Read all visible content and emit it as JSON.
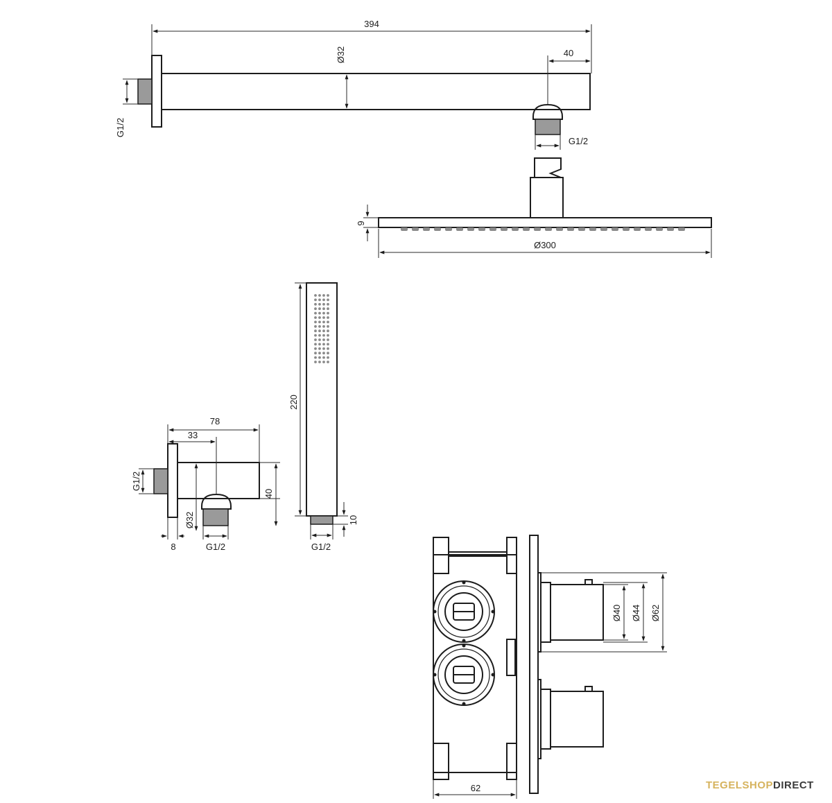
{
  "dimensions": {
    "arm_length": "394",
    "arm_diameter": "Ø32",
    "arm_outlet_offset": "40",
    "arm_wall_thread": "G1/2",
    "arm_outlet_thread": "G1/2",
    "head_thickness": "9",
    "head_diameter": "Ø300",
    "handshower_length": "220",
    "handshower_base": "10",
    "handshower_thread": "G1/2",
    "elbow_length": "78",
    "elbow_offset": "33",
    "elbow_height": "40",
    "elbow_wall_thread": "G1/2",
    "elbow_diameter": "Ø32",
    "elbow_flange": "8",
    "elbow_outlet_thread": "G1/2",
    "valve_depth": "62",
    "knob_d40": "Ø40",
    "knob_d44": "Ø44",
    "knob_d62": "Ø62"
  },
  "brand": {
    "part1": "TEGELSHOP",
    "part2": "DIRECT",
    "color_part1": "#d6b35e",
    "color_part2": "#3a3a3a"
  }
}
